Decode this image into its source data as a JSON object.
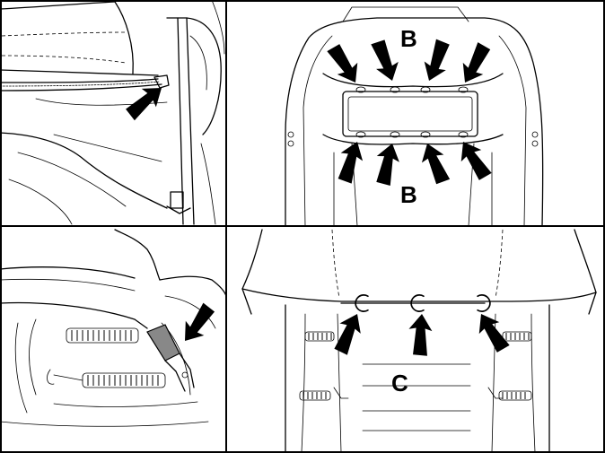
{
  "labels": {
    "callout_b_top": "B",
    "callout_b_bottom": "B",
    "callout_c": "C"
  },
  "colors": {
    "line": "#000000",
    "background": "#ffffff",
    "hose": "#888888"
  },
  "icons": [
    "arrow-icon",
    "hog-ring-icon",
    "spring-icon",
    "zipper-icon",
    "pliers-icon"
  ]
}
